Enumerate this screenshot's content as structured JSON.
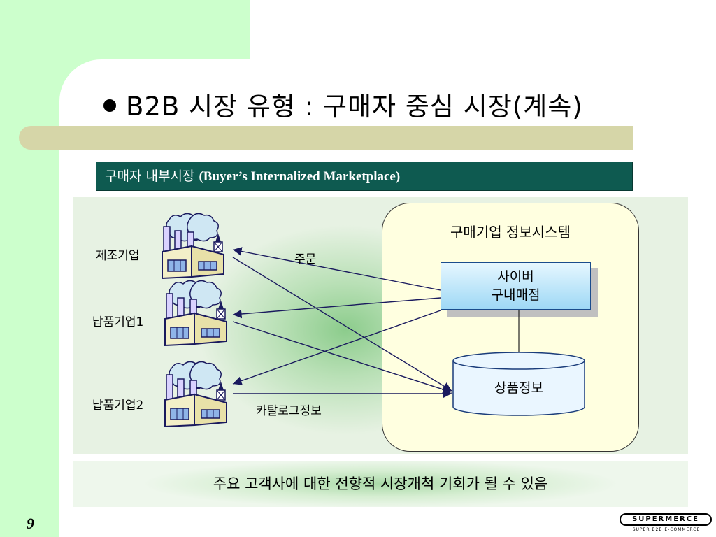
{
  "title": "B2B 시장 유형 : 구매자 중심 시장(계속)",
  "subtitle": {
    "ko": "구매자 내부시장",
    "en": "(Buyer’s Internalized Marketplace)"
  },
  "diagram": {
    "suppliers": [
      {
        "label": "제조기업"
      },
      {
        "label": "납품기업1"
      },
      {
        "label": "납품기업2"
      }
    ],
    "arrow_labels": {
      "order": "주문",
      "catalog": "카탈로그정보"
    },
    "system": {
      "title": "구매기업 정보시스템",
      "cyber_line1": "사이버",
      "cyber_line2": "구내매점",
      "database": "상품정보"
    }
  },
  "footer_message": "주요 고객사에 대한 전향적 시장개척 기회가 될 수 있음",
  "page_number": "9",
  "logo": {
    "name": "SUPERMERCE",
    "tagline": "SUPER B2B E-COMMERCE"
  }
}
